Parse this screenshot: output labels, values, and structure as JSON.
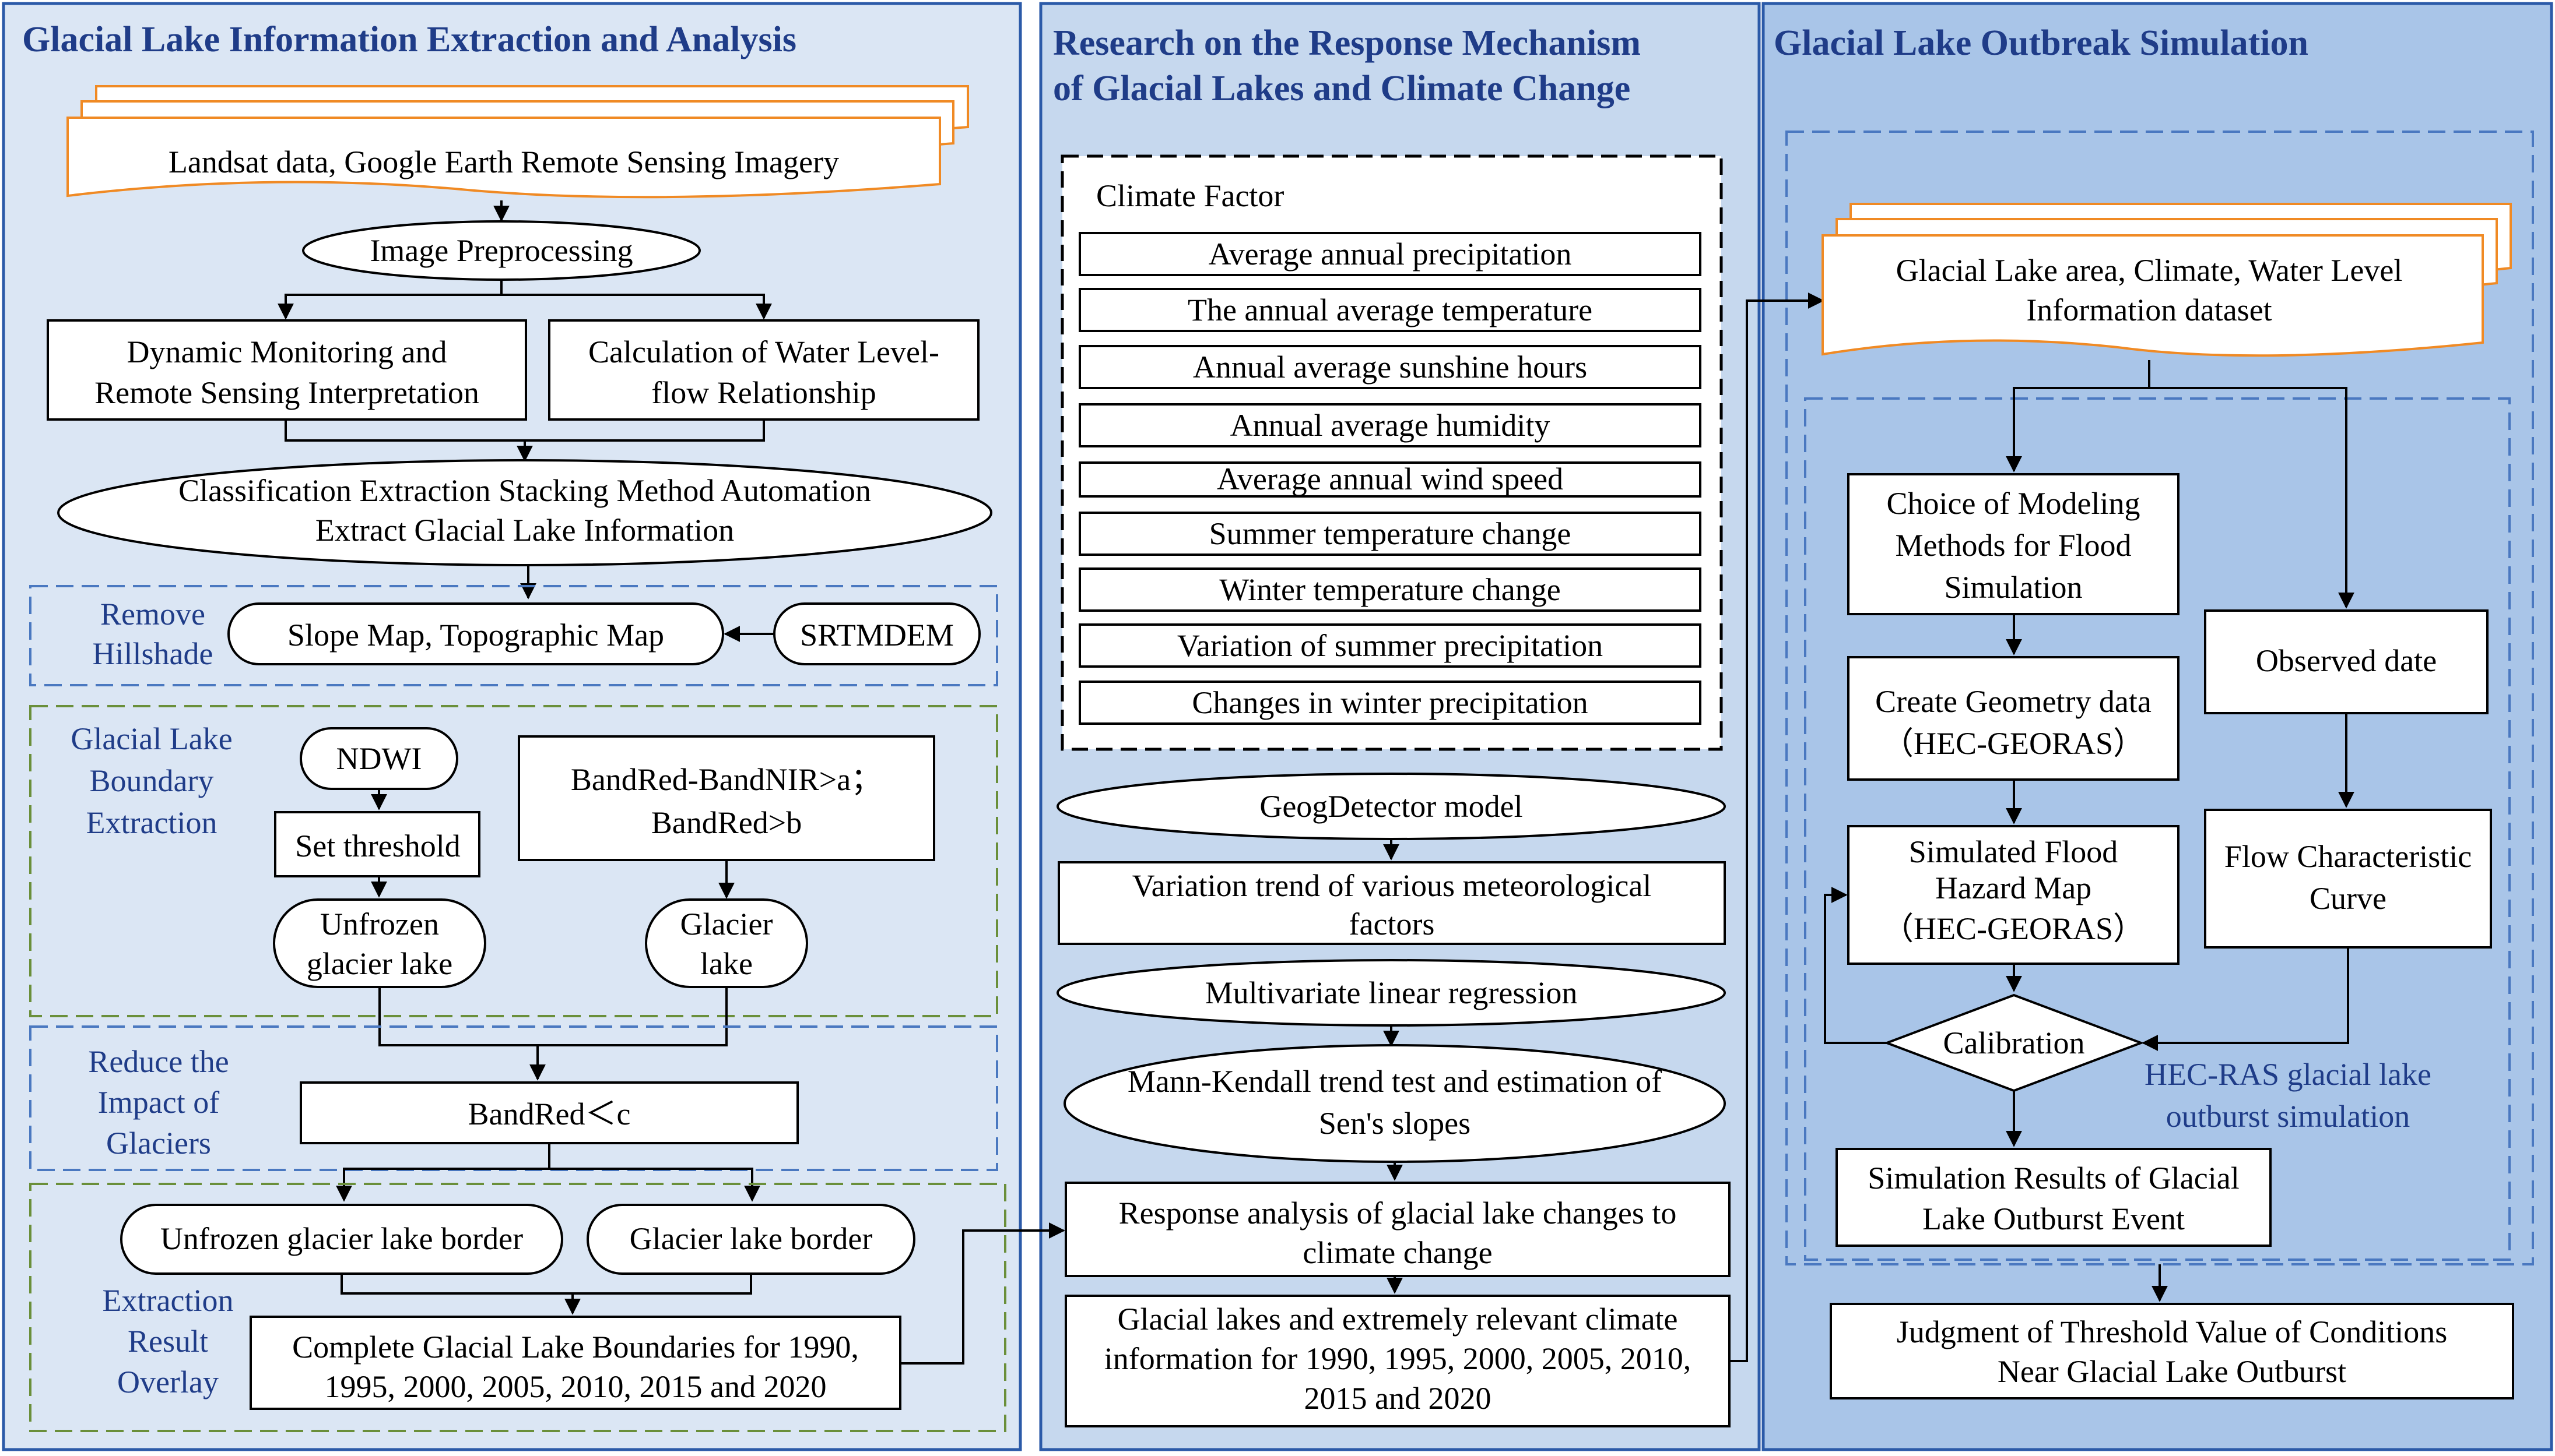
{
  "colors": {
    "panel1_fill": "#dbe6f4",
    "panel2_fill": "#c6d8ee",
    "panel3_fill": "#a9c5e8",
    "panel_border": "#2b5aa8",
    "title_text": "#1f3c88",
    "document_border": "#f08a24"
  },
  "panel1": {
    "title": "Glacial Lake Information Extraction and Analysis",
    "input_data": "Landsat data, Google Earth Remote Sensing Imagery",
    "preprocessing": "Image Preprocessing",
    "dynamic_monitoring": [
      "Dynamic Monitoring and",
      "Remote Sensing Interpretation"
    ],
    "water_level": [
      "Calculation of Water Level-",
      "flow Relationship"
    ],
    "classification": [
      "Classification Extraction Stacking Method Automation",
      "Extract Glacial Lake Information"
    ],
    "remove_hillshade_label": [
      "Remove",
      "Hillshade"
    ],
    "slope_map": "Slope Map, Topographic Map",
    "srtmdem": "SRTMDEM",
    "boundary_label": [
      "Glacial Lake",
      "Boundary",
      "Extraction"
    ],
    "ndwi": "NDWI",
    "set_threshold": "Set threshold",
    "band_rule": [
      "BandRed-BandNIR>a；",
      "BandRed>b"
    ],
    "unfrozen_lake": [
      "Unfrozen",
      "glacier lake"
    ],
    "glacier_lake": [
      "Glacier",
      "lake"
    ],
    "reduce_label": [
      "Reduce the",
      "Impact of",
      "Glaciers"
    ],
    "band_red_c": "BandRed＜c",
    "unfrozen_border": "Unfrozen glacier lake border",
    "glacier_border": "Glacier lake border",
    "overlay_label": [
      "Extraction",
      "Result",
      "Overlay"
    ],
    "complete_boundaries": [
      "Complete Glacial Lake Boundaries for 1990,",
      "1995, 2000, 2005, 2010, 2015 and 2020"
    ]
  },
  "panel2": {
    "title": [
      "Research on the Response Mechanism",
      "of Glacial Lakes and Climate Change"
    ],
    "climate_factor_heading": "Climate Factor",
    "climate_factors": [
      "Average annual precipitation",
      "The annual average temperature",
      "Annual average sunshine hours",
      "Annual average humidity",
      "Average annual wind speed",
      "Summer temperature change",
      "Winter temperature change",
      "Variation of summer precipitation",
      "Changes in winter precipitation"
    ],
    "geodetector": "GeogDetector model",
    "variation_trend": [
      "Variation trend of various meteorological",
      "factors"
    ],
    "regression": "Multivariate linear regression",
    "mann_kendall": [
      "Mann-Kendall trend test and estimation of",
      "Sen's slopes"
    ],
    "response_analysis": [
      "Response analysis of glacial lake changes to",
      "climate change"
    ],
    "relevant_info": [
      "Glacial lakes and extremely relevant climate",
      "information for 1990, 1995, 2000, 2005, 2010,",
      "2015 and 2020"
    ]
  },
  "panel3": {
    "title": "Glacial Lake Outbreak Simulation",
    "dataset": [
      "Glacial Lake area,  Climate, Water Level",
      "Information dataset"
    ],
    "choice_modeling": [
      "Choice of Modeling",
      "Methods for Flood",
      "Simulation"
    ],
    "observed_date": "Observed date",
    "create_geometry": [
      "Create Geometry data",
      "（HEC-GEORAS）"
    ],
    "flow_curve": [
      "Flow Characteristic",
      "Curve"
    ],
    "flood_hazard": [
      "Simulated Flood",
      "Hazard Map",
      "（HEC-GEORAS）"
    ],
    "calibration": "Calibration",
    "hecras_label": [
      "HEC-RAS glacial lake",
      "outburst simulation"
    ],
    "simulation_results": [
      "Simulation Results of Glacial",
      "Lake Outburst Event"
    ],
    "judgment": [
      "Judgment of Threshold Value of Conditions",
      "Near Glacial Lake Outburst"
    ]
  }
}
